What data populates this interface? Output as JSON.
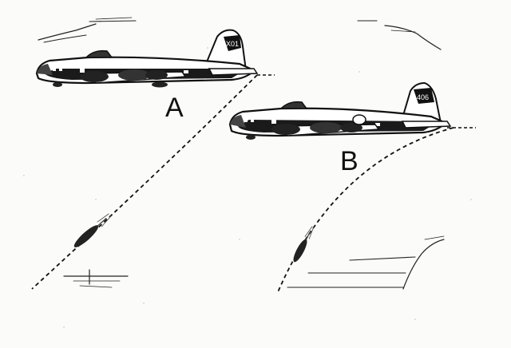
{
  "aircraft": [
    {
      "label": "A",
      "tail_number": "X01"
    },
    {
      "label": "B",
      "tail_number": "406"
    }
  ],
  "colors": {
    "ink": "#111111",
    "paper": "#fbfbf9"
  }
}
